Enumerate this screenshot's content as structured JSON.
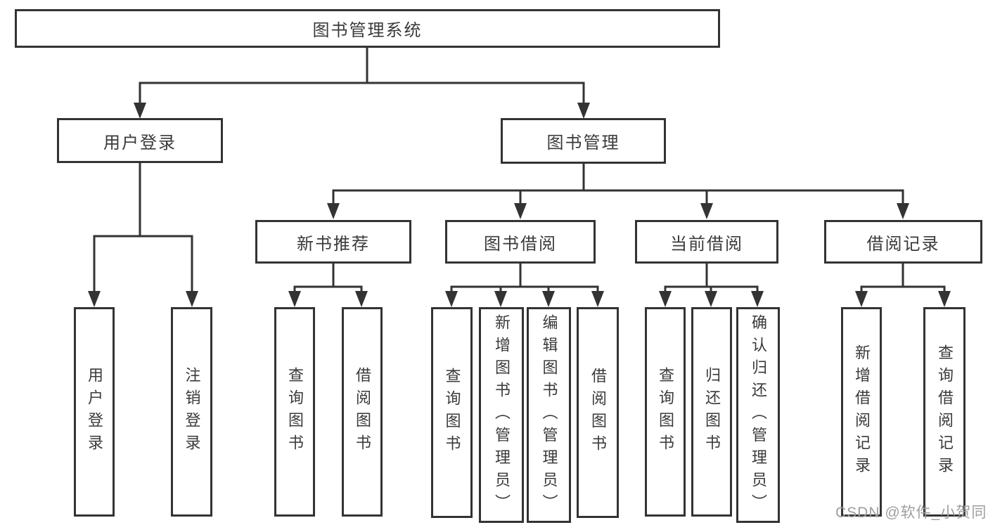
{
  "tree": {
    "root": {
      "label": "图书管理系统"
    },
    "branches": [
      {
        "label": "用户登录",
        "children": [
          {
            "label": "用户登录"
          },
          {
            "label": "注销登录"
          }
        ]
      },
      {
        "label": "图书管理",
        "children": [
          {
            "label": "新书推荐",
            "children": [
              {
                "label": "查询图书"
              },
              {
                "label": "借阅图书"
              }
            ]
          },
          {
            "label": "图书借阅",
            "children": [
              {
                "label": "查询图书"
              },
              {
                "label": "新增图书（管理员）"
              },
              {
                "label": "编辑图书（管理员）"
              },
              {
                "label": "借阅图书"
              }
            ]
          },
          {
            "label": "当前借阅",
            "children": [
              {
                "label": "查询图书"
              },
              {
                "label": "归还图书"
              },
              {
                "label": "确认归还（管理员）"
              }
            ]
          },
          {
            "label": "借阅记录",
            "children": [
              {
                "label": "新增借阅记录"
              },
              {
                "label": "查询借阅记录"
              }
            ]
          }
        ]
      }
    ]
  },
  "watermark": {
    "text": "CSDN @软件_小贺同学"
  },
  "colors": {
    "line": "#333333",
    "node_text": "#3a3a3a",
    "watermark": "#9e9e9e",
    "background": "#ffffff"
  }
}
